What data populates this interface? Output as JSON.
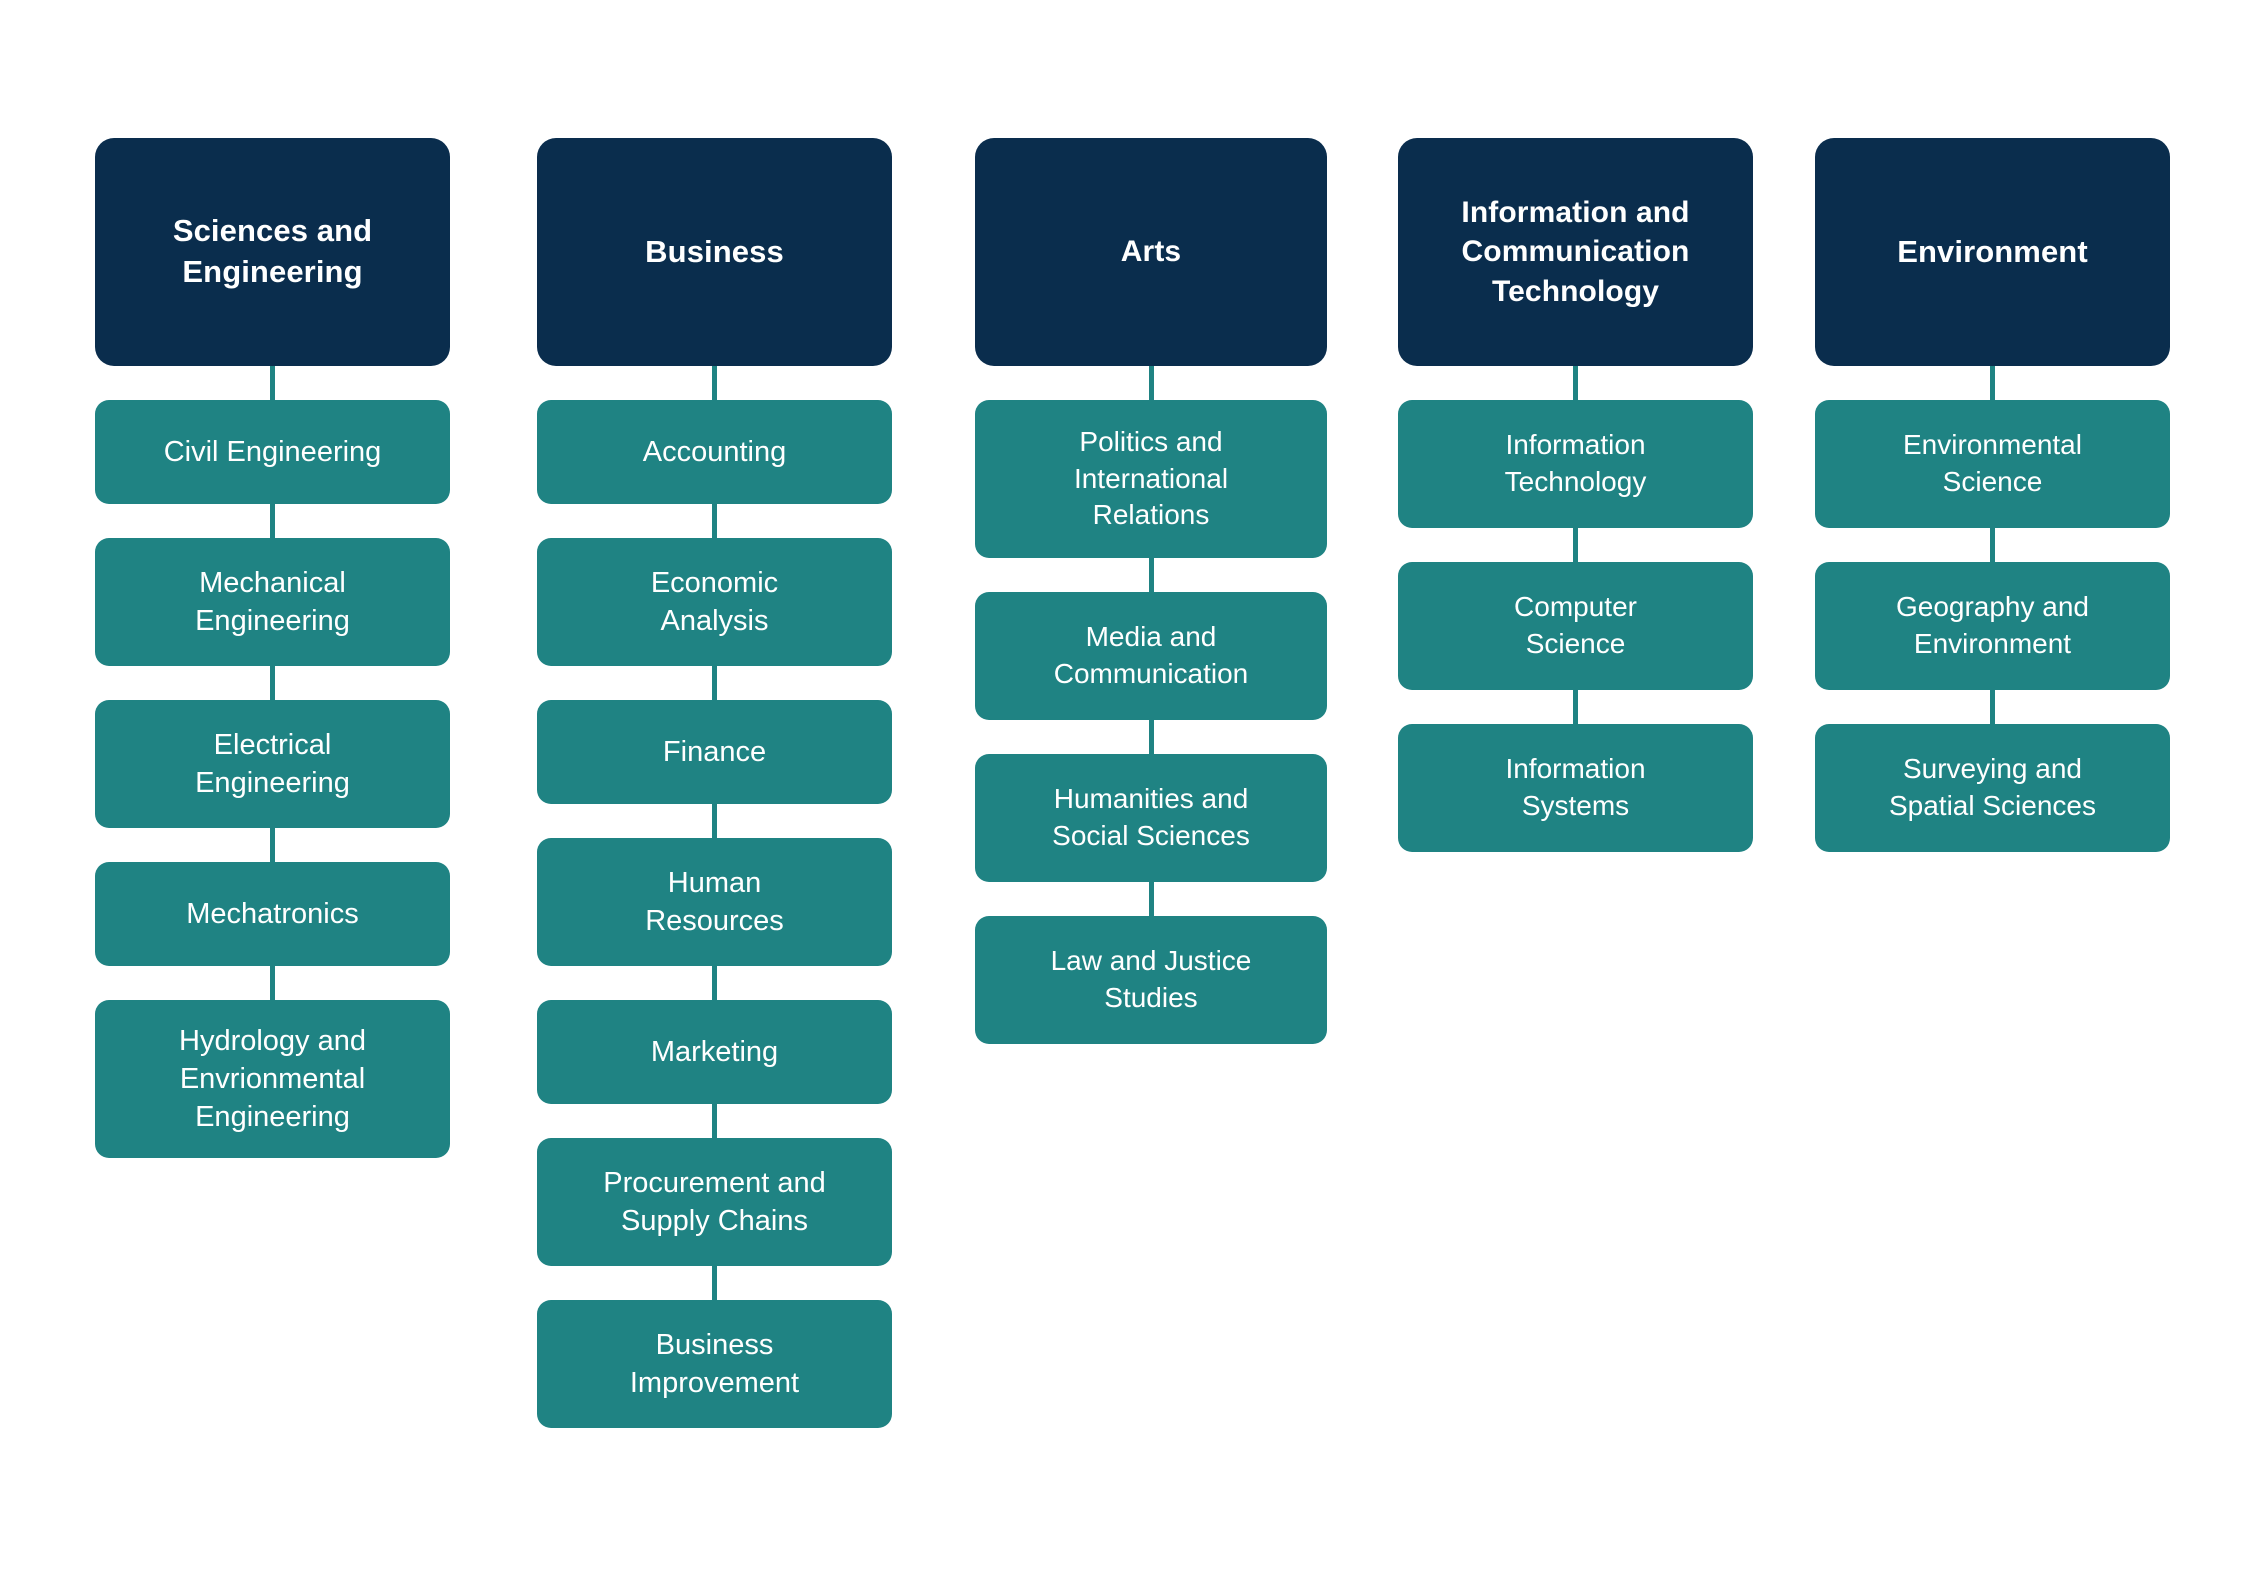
{
  "diagram": {
    "type": "org-chart",
    "orientation": "vertical-columns",
    "colors": {
      "header_background": "#0a2d4d",
      "node_background": "#1f8383",
      "connector": "#1f8383",
      "text": "#ffffff",
      "page_background": "#ffffff"
    },
    "columns": [
      {
        "header": "Sciences and\nEngineering",
        "header_lines": 2,
        "children": [
          {
            "label": "Civil Engineering",
            "lines": 1
          },
          {
            "label": "Mechanical\nEngineering",
            "lines": 2
          },
          {
            "label": "Electrical\nEngineering",
            "lines": 2
          },
          {
            "label": "Mechatronics",
            "lines": 1
          },
          {
            "label": "Hydrology and\nEnvrionmental\nEngineering",
            "lines": 3
          }
        ]
      },
      {
        "header": "Business",
        "header_lines": 1,
        "children": [
          {
            "label": "Accounting",
            "lines": 1
          },
          {
            "label": "Economic\nAnalysis",
            "lines": 2
          },
          {
            "label": "Finance",
            "lines": 1
          },
          {
            "label": "Human\nResources",
            "lines": 2
          },
          {
            "label": "Marketing",
            "lines": 1
          },
          {
            "label": "Procurement and\nSupply Chains",
            "lines": 2
          },
          {
            "label": "Business\nImprovement",
            "lines": 2
          }
        ]
      },
      {
        "header": "Arts",
        "header_lines": 1,
        "children": [
          {
            "label": "Politics and\nInternational\nRelations",
            "lines": 3
          },
          {
            "label": "Media and\nCommunication",
            "lines": 2
          },
          {
            "label": "Humanities and\nSocial Sciences",
            "lines": 2
          },
          {
            "label": "Law and Justice\nStudies",
            "lines": 2
          }
        ]
      },
      {
        "header": "Information and\nCommunication\nTechnology",
        "header_lines": 3,
        "children": [
          {
            "label": "Information\nTechnology",
            "lines": 2
          },
          {
            "label": "Computer\nScience",
            "lines": 2
          },
          {
            "label": "Information\nSystems",
            "lines": 2
          }
        ]
      },
      {
        "header": "Environment",
        "header_lines": 1,
        "children": [
          {
            "label": "Environmental\nScience",
            "lines": 2
          },
          {
            "label": "Geography and\nEnvironment",
            "lines": 2
          },
          {
            "label": "Surveying and\nSpatial Sciences",
            "lines": 2
          }
        ]
      }
    ]
  }
}
